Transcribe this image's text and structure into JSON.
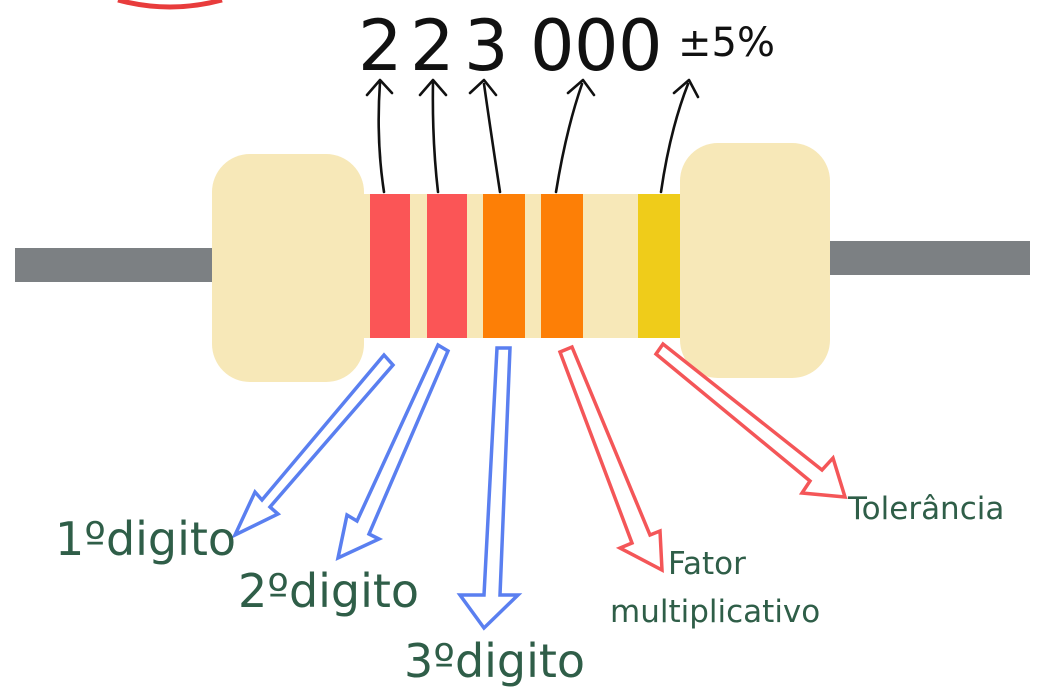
{
  "top_digits": [
    "2",
    "2",
    "3",
    "0",
    "0",
    "0"
  ],
  "tolerance_text": "±5%",
  "labels": {
    "first_digit": "1ºdigito",
    "second_digit": "2ºdigito",
    "third_digit": "3ºdigito",
    "multiplier_line1": "Fator",
    "multiplier_line2": "multiplicativo",
    "tolerance": "Tolerância"
  },
  "colors": {
    "lead": "#7c8083",
    "body": "#f7e8b8",
    "band_red": "#fb5556",
    "band_orange": "#fd7f06",
    "band_gold": "#efcc1a",
    "arrow_blue": "#5a7ff0",
    "arrow_red": "#f45658",
    "label_text": "#2f5e48",
    "logo_red": "#e83c3c"
  },
  "bands": [
    {
      "name": "band-1",
      "color": "red"
    },
    {
      "name": "band-2",
      "color": "red"
    },
    {
      "name": "band-3",
      "color": "orange"
    },
    {
      "name": "band-4",
      "color": "orange"
    },
    {
      "name": "band-5",
      "color": "gold"
    }
  ]
}
